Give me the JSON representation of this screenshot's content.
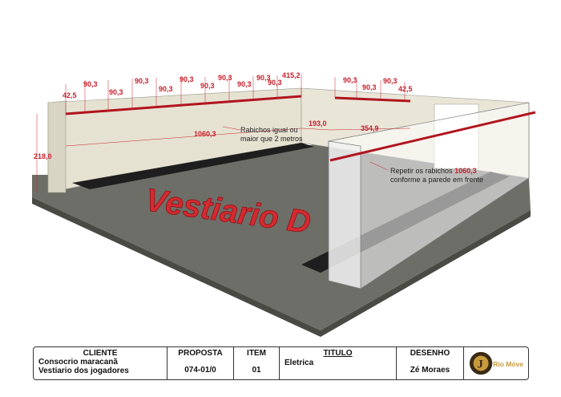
{
  "drawing": {
    "title_3d": "Vestiario D",
    "dimensions_back_wall": [
      "90,3",
      "90,3",
      "90,3",
      "90,3",
      "90,3",
      "90,3",
      "90,3",
      "90,3",
      "90,3"
    ],
    "dim_42_5_left": "42,5",
    "dim_415_2": "415,2",
    "dims_right_wall": [
      "90,3",
      "90,3",
      "90,3"
    ],
    "dim_42_5_right": "42,5",
    "dim_1060_3": "1060,3",
    "dim_193_0": "193,0",
    "dim_354_9": "354,9",
    "dim_218_0": "218,0",
    "note1_line1": "Rabichos igual ou",
    "note1_line2": "maior que 2 metros",
    "note2_line1a": "Repetir os rabichos",
    "note2_line1b": "1060,3",
    "note2_line2": "conforme a parede em frente",
    "colors": {
      "floor": "#6e6e68",
      "wall": "#e8e5d6",
      "accent": "#c8202c",
      "dark_strip": "#222"
    }
  },
  "title_block": {
    "cliente_label": "CLIENTE",
    "cliente_line1": "Consocrio maracanã",
    "cliente_line2": "Vestiario dos jogadores",
    "proposta_label": "PROPOSTA",
    "proposta_value": "074-01/0",
    "item_label": "ITEM",
    "item_value": "01",
    "titulo_label": "TITULO",
    "titulo_value": "Eletrica",
    "desenho_label": "DESENHO",
    "desenho_value": "Zé Moraes",
    "logo_text": "Rio Móveis"
  }
}
